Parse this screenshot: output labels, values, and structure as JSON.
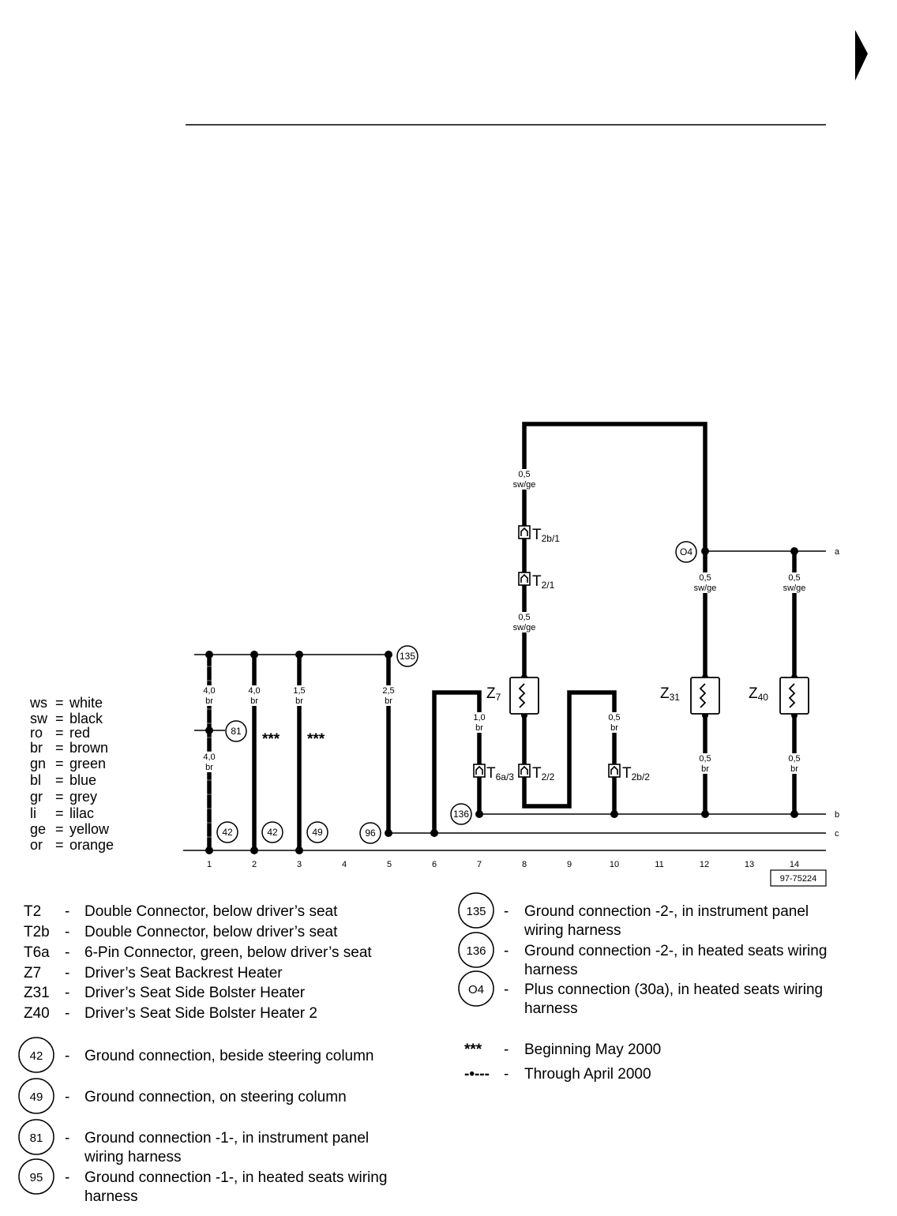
{
  "diagram_code": "97-75224",
  "track_numbers": [
    "1",
    "2",
    "3",
    "4",
    "5",
    "6",
    "7",
    "8",
    "9",
    "10",
    "11",
    "12",
    "13",
    "14"
  ],
  "rail_labels": {
    "a": "a",
    "b": "b",
    "c": "c"
  },
  "color_legend": [
    {
      "code": "ws",
      "name": "white"
    },
    {
      "code": "sw",
      "name": "black"
    },
    {
      "code": "ro",
      "name": "red"
    },
    {
      "code": "br",
      "name": "brown"
    },
    {
      "code": "gn",
      "name": "green"
    },
    {
      "code": "bl",
      "name": "blue"
    },
    {
      "code": "gr",
      "name": "grey"
    },
    {
      "code": "li",
      "name": "lilac"
    },
    {
      "code": "ge",
      "name": "yellow"
    },
    {
      "code": "or",
      "name": "orange"
    }
  ],
  "wire_labels": [
    {
      "id": "w1a",
      "size": "4,0",
      "color": "br"
    },
    {
      "id": "w1b",
      "size": "4,0",
      "color": "br"
    },
    {
      "id": "w2",
      "size": "4,0",
      "color": "br"
    },
    {
      "id": "w3",
      "size": "1,5",
      "color": "br"
    },
    {
      "id": "w5",
      "size": "2,5",
      "color": "br"
    },
    {
      "id": "w7",
      "size": "1,0",
      "color": "br"
    },
    {
      "id": "w8top",
      "size": "0,5",
      "color": "sw/ge"
    },
    {
      "id": "w8mid",
      "size": "0,5",
      "color": "sw/ge"
    },
    {
      "id": "w10",
      "size": "0,5",
      "color": "br"
    },
    {
      "id": "w12top",
      "size": "0,5",
      "color": "sw/ge"
    },
    {
      "id": "w12bot",
      "size": "0,5",
      "color": "br"
    },
    {
      "id": "w14top",
      "size": "0,5",
      "color": "sw/ge"
    },
    {
      "id": "w14bot",
      "size": "0,5",
      "color": "br"
    }
  ],
  "connectors": [
    {
      "id": "t2b1",
      "main": "T",
      "sub": "2b/1"
    },
    {
      "id": "t21",
      "main": "T",
      "sub": "2/1"
    },
    {
      "id": "t6a3",
      "main": "T",
      "sub": "6a/3"
    },
    {
      "id": "t22",
      "main": "T",
      "sub": "2/2"
    },
    {
      "id": "t2b2",
      "main": "T",
      "sub": "2b/2"
    }
  ],
  "components": [
    {
      "id": "z7",
      "main": "Z",
      "sub": "7"
    },
    {
      "id": "z31",
      "main": "Z",
      "sub": "31"
    },
    {
      "id": "z40",
      "main": "Z",
      "sub": "40"
    }
  ],
  "diagram_circles": [
    {
      "id": "c135",
      "text": "135"
    },
    {
      "id": "c81",
      "text": "81"
    },
    {
      "id": "c42a",
      "text": "42"
    },
    {
      "id": "c42b",
      "text": "42"
    },
    {
      "id": "c49",
      "text": "49"
    },
    {
      "id": "c96",
      "text": "96"
    },
    {
      "id": "c136",
      "text": "136"
    },
    {
      "id": "c04",
      "text": "O4"
    }
  ],
  "asterisks": "***",
  "legend_left": [
    {
      "code": "T2",
      "dash": "-",
      "desc": [
        "Double Connector, below driver’s seat"
      ]
    },
    {
      "code": "T2b",
      "dash": "-",
      "desc": [
        "Double Connector, below driver’s seat"
      ]
    },
    {
      "code": "T6a",
      "dash": "-",
      "desc": [
        "6-Pin Connector, green, below driver’s seat"
      ]
    },
    {
      "code": "Z7",
      "dash": "-",
      "desc": [
        "Driver’s Seat Backrest Heater"
      ]
    },
    {
      "code": "Z31",
      "dash": "-",
      "desc": [
        "Driver’s Seat Side Bolster Heater"
      ]
    },
    {
      "code": "Z40",
      "dash": "-",
      "desc": [
        "Driver’s Seat Side Bolster Heater 2"
      ]
    }
  ],
  "legend_left_circles": [
    {
      "num": "42",
      "dash": "-",
      "desc": [
        "Ground connection, beside steering column"
      ]
    },
    {
      "num": "49",
      "dash": "-",
      "desc": [
        "Ground connection, on steering column"
      ]
    },
    {
      "num": "81",
      "dash": "-",
      "desc": [
        "Ground connection -1-, in instrument panel",
        "wiring harness"
      ]
    },
    {
      "num": "95",
      "dash": "-",
      "desc": [
        "Ground connection -1-, in heated seats wiring",
        "harness"
      ]
    }
  ],
  "legend_right_circles": [
    {
      "num": "135",
      "dash": "-",
      "desc": [
        "Ground connection -2-, in instrument panel",
        "wiring harness"
      ]
    },
    {
      "num": "136",
      "dash": "-",
      "desc": [
        "Ground connection -2-, in heated seats wiring",
        "harness"
      ]
    },
    {
      "num": "O4",
      "dash": "-",
      "desc": [
        "Plus connection (30a), in heated seats wiring",
        "harness"
      ]
    }
  ],
  "legend_notes": [
    {
      "symbol": "***",
      "dash": "-",
      "desc": "Beginning May 2000"
    },
    {
      "symbol": "-•---",
      "dash": "-",
      "desc": "Through April 2000"
    }
  ]
}
